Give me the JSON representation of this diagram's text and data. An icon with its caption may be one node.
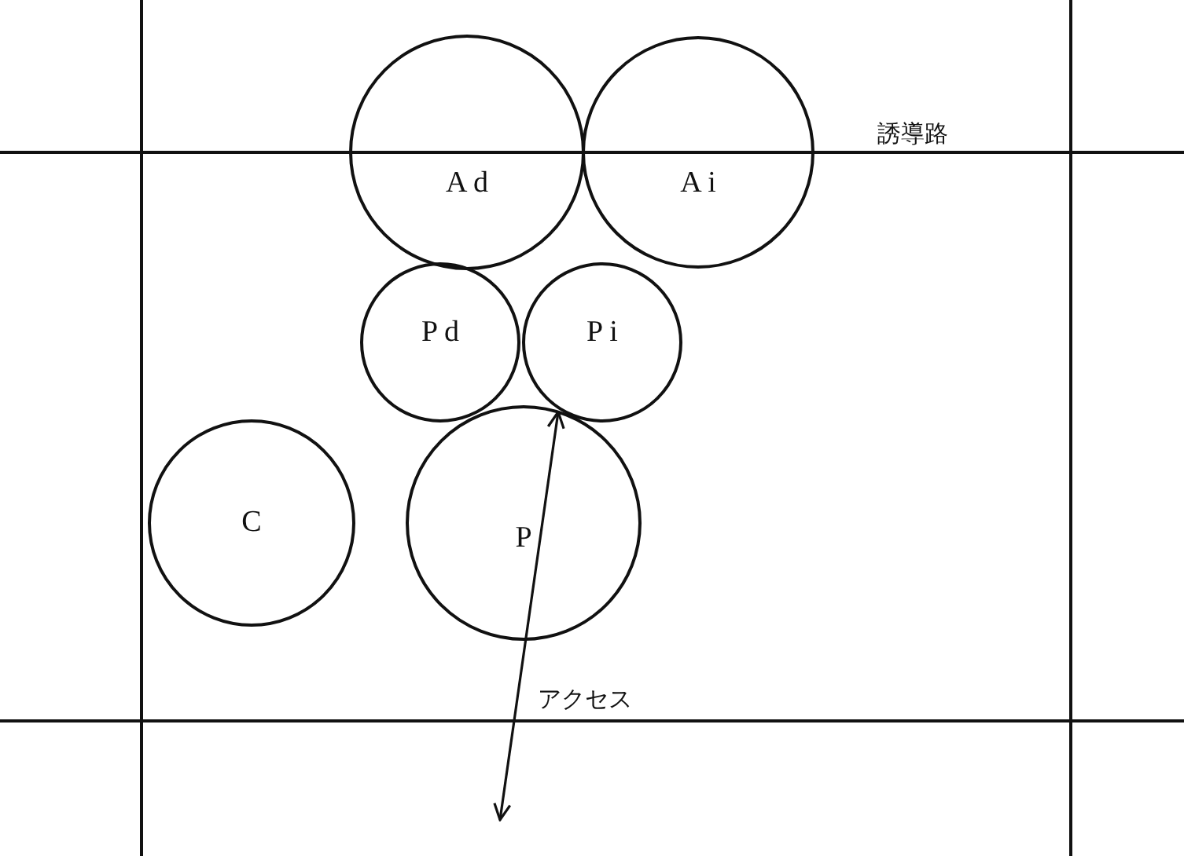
{
  "diagram": {
    "nodes": [
      {
        "text": [
          "A d"
        ]
      },
      {
        "text": [
          "A i"
        ]
      },
      {
        "text": [
          "P d"
        ]
      },
      {
        "text": [
          "P i"
        ]
      },
      {
        "text": [
          "C"
        ]
      },
      {
        "text": [
          "P"
        ]
      }
    ],
    "edges": [
      {
        "from": null,
        "to": 5,
        "arrow": "both",
        "label": "アクセス"
      }
    ],
    "labels": [
      "誘導路"
    ]
  }
}
